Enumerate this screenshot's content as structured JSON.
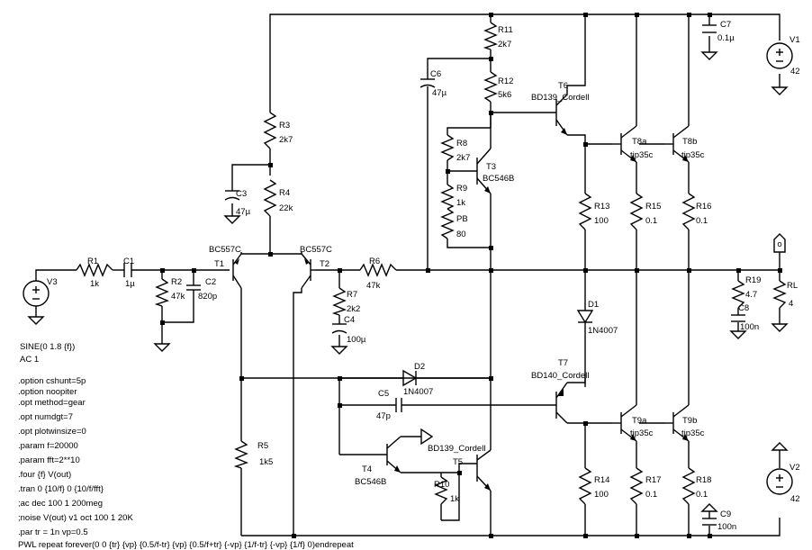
{
  "components": {
    "R1": {
      "ref": "R1",
      "value": "1k"
    },
    "C1": {
      "ref": "C1",
      "value": "1µ"
    },
    "R2": {
      "ref": "R2",
      "value": "47k"
    },
    "C2": {
      "ref": "C2",
      "value": "820p"
    },
    "R3": {
      "ref": "R3",
      "value": "2k7"
    },
    "C3": {
      "ref": "C3",
      "value": "47µ"
    },
    "R4": {
      "ref": "R4",
      "value": "22k"
    },
    "T1": {
      "ref": "T1",
      "type": "BC557C"
    },
    "T2": {
      "ref": "T2",
      "type": "BC557C"
    },
    "R5": {
      "ref": "R5",
      "value": "1k5"
    },
    "R6": {
      "ref": "R6",
      "value": "47k"
    },
    "R7": {
      "ref": "R7",
      "value": "2k2"
    },
    "C4": {
      "ref": "C4",
      "value": "100µ"
    },
    "R11": {
      "ref": "R11",
      "value": "2k7"
    },
    "C6": {
      "ref": "C6",
      "value": "47µ"
    },
    "R12": {
      "ref": "R12",
      "value": "5k6"
    },
    "R8": {
      "ref": "R8",
      "value": "2k7"
    },
    "R9": {
      "ref": "R9",
      "value": "1k"
    },
    "PB": {
      "ref": "PB",
      "value": "80"
    },
    "T3": {
      "ref": "T3",
      "type": "BC546B"
    },
    "T6": {
      "ref": "T6",
      "type": "BD139_Cordell"
    },
    "T8a": {
      "ref": "T8a",
      "type": "tip35c"
    },
    "T8b": {
      "ref": "T8b",
      "type": "tip35c"
    },
    "R13": {
      "ref": "R13",
      "value": "100"
    },
    "R15": {
      "ref": "R15",
      "value": "0.1"
    },
    "R16": {
      "ref": "R16",
      "value": "0.1"
    },
    "C7": {
      "ref": "C7",
      "value": "0.1µ"
    },
    "V1": {
      "ref": "V1",
      "value": "42"
    },
    "V2": {
      "ref": "V2",
      "value": "42"
    },
    "V3": {
      "ref": "V3"
    },
    "R19": {
      "ref": "R19",
      "value": "4.7"
    },
    "C8": {
      "ref": "C8",
      "value": "100n"
    },
    "RL": {
      "ref": "RL",
      "value": "4"
    },
    "D1": {
      "ref": "D1",
      "type": "1N4007"
    },
    "D2": {
      "ref": "D2",
      "type": "1N4007"
    },
    "T7": {
      "ref": "T7",
      "type": "BD140_Cordell"
    },
    "C5": {
      "ref": "C5",
      "value": "47p"
    },
    "T4": {
      "ref": "T4",
      "type": "BC546B"
    },
    "T5": {
      "ref": "T5",
      "type": "BD139_Cordell"
    },
    "R10": {
      "ref": "R10",
      "value": "1k"
    },
    "T9a": {
      "ref": "T9a",
      "type": "tip35c"
    },
    "T9b": {
      "ref": "T9b",
      "type": "tip35c"
    },
    "R14": {
      "ref": "R14",
      "value": "100"
    },
    "R17": {
      "ref": "R17",
      "value": "0.1"
    },
    "R18": {
      "ref": "R18",
      "value": "0.1"
    },
    "C9": {
      "ref": "C9",
      "value": "100n"
    }
  },
  "source_v3": {
    "line1": "SINE(0 1.8 {f})",
    "line2": "AC 1"
  },
  "output_flag": "o",
  "directives": [
    ".option cshunt=5p",
    ".option noopiter",
    ".opt method=gear",
    ".opt numdgt=7",
    ".opt plotwinsize=0",
    ".param f=20000",
    ".param fft=2**10",
    ".four {f} V(out)",
    ".tran 0 {10/f} 0 {10/f/fft}",
    ";ac dec 100 1 200meg",
    ";noise V(out) v1 oct 100 1 20K",
    ".par tr = 1n  vp=0.5"
  ],
  "pwl": "PWL repeat forever(0 0 {tr} {vp} {0.5/f-tr} {vp} {0.5/f+tr} {-vp} {1/f-tr} {-vp} {1/f} 0)endrepeat"
}
